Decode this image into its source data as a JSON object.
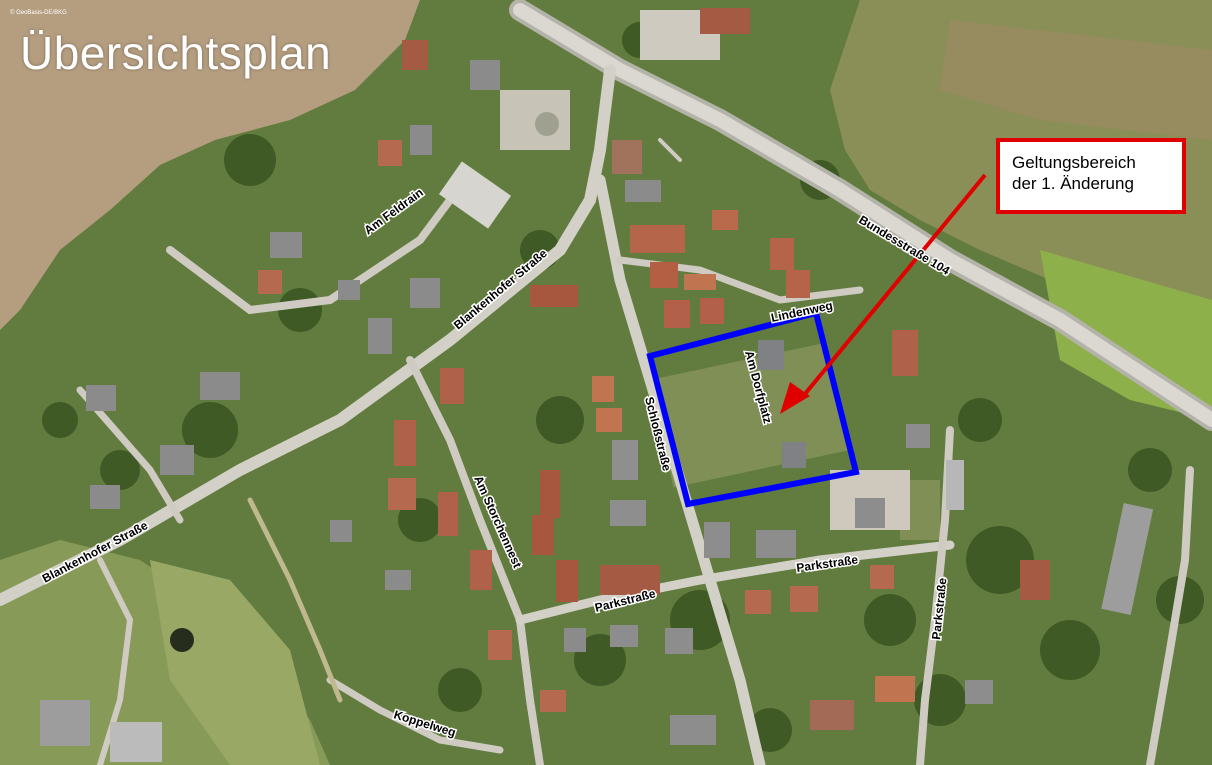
{
  "title": "Übersichtsplan",
  "credit": "© GeoBasis-DE/BKG",
  "callout": {
    "line1": "Geltungsbereich",
    "line2": "der 1. Änderung"
  },
  "streets": {
    "am_feldrain": "Am Feldrain",
    "blankenhofer_upper": "Blankenhofer Straße",
    "blankenhofer_lower": "Blankenhofer Straße",
    "bundesstrasse": "Bundesstraße 104",
    "lindenweg": "Lindenweg",
    "am_dorfplatz": "Am Dorfplatz",
    "schlossstrasse": "Schloßstraße",
    "am_storchennest": "Am Storchennest",
    "parkstrasse_a": "Parkstraße",
    "parkstrasse_b": "Parkstraße",
    "parkstrasse_c": "Parkstraße",
    "koppelweg": "Koppelweg"
  },
  "colors": {
    "boundary": "#0000ff",
    "callout": "#e00000",
    "vegetation": "#5f7a3a",
    "field": "#b39a7c",
    "road": "#d9d6cf"
  }
}
